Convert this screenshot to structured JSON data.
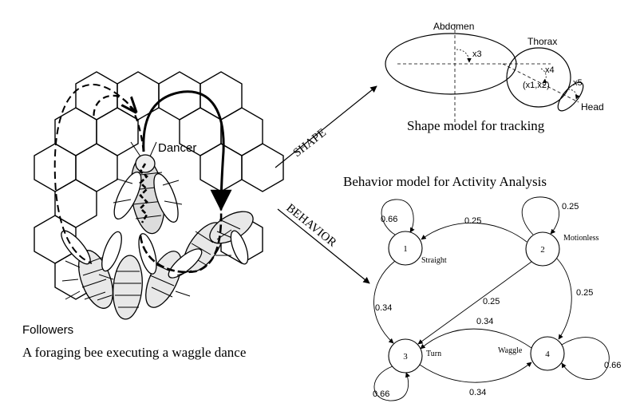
{
  "left_panel": {
    "dancer_label": "Dancer",
    "followers_label": "Followers",
    "caption": "A foraging bee executing a waggle dance"
  },
  "arrows": {
    "shape_label": "SHAPE",
    "behavior_label": "BEHAVIOR"
  },
  "shape_model": {
    "abdomen_label": "Abdomen",
    "thorax_label": "Thorax",
    "head_label": "Head",
    "param_x3": "x3",
    "param_x4": "x4",
    "param_x1x2": "(x1,x2)",
    "param_x5": "x5",
    "caption": "Shape model for tracking"
  },
  "behavior_model": {
    "title": "Behavior model for Activity Analysis",
    "states": [
      {
        "id": "1",
        "name": "Straight"
      },
      {
        "id": "2",
        "name": "Motionless"
      },
      {
        "id": "3",
        "name": "Turn"
      },
      {
        "id": "4",
        "name": "Waggle"
      }
    ],
    "transitions": {
      "s1_self": "0.66",
      "s2_to_s1": "0.25",
      "s2_self": "0.25",
      "s1_to_s3": "0.34",
      "s2_to_s3": "0.25",
      "s2_to_s4": "0.25",
      "s4_to_s3": "0.34",
      "s3_self": "0.66",
      "s3_to_s4": "0.34",
      "s4_self": "0.66"
    }
  }
}
